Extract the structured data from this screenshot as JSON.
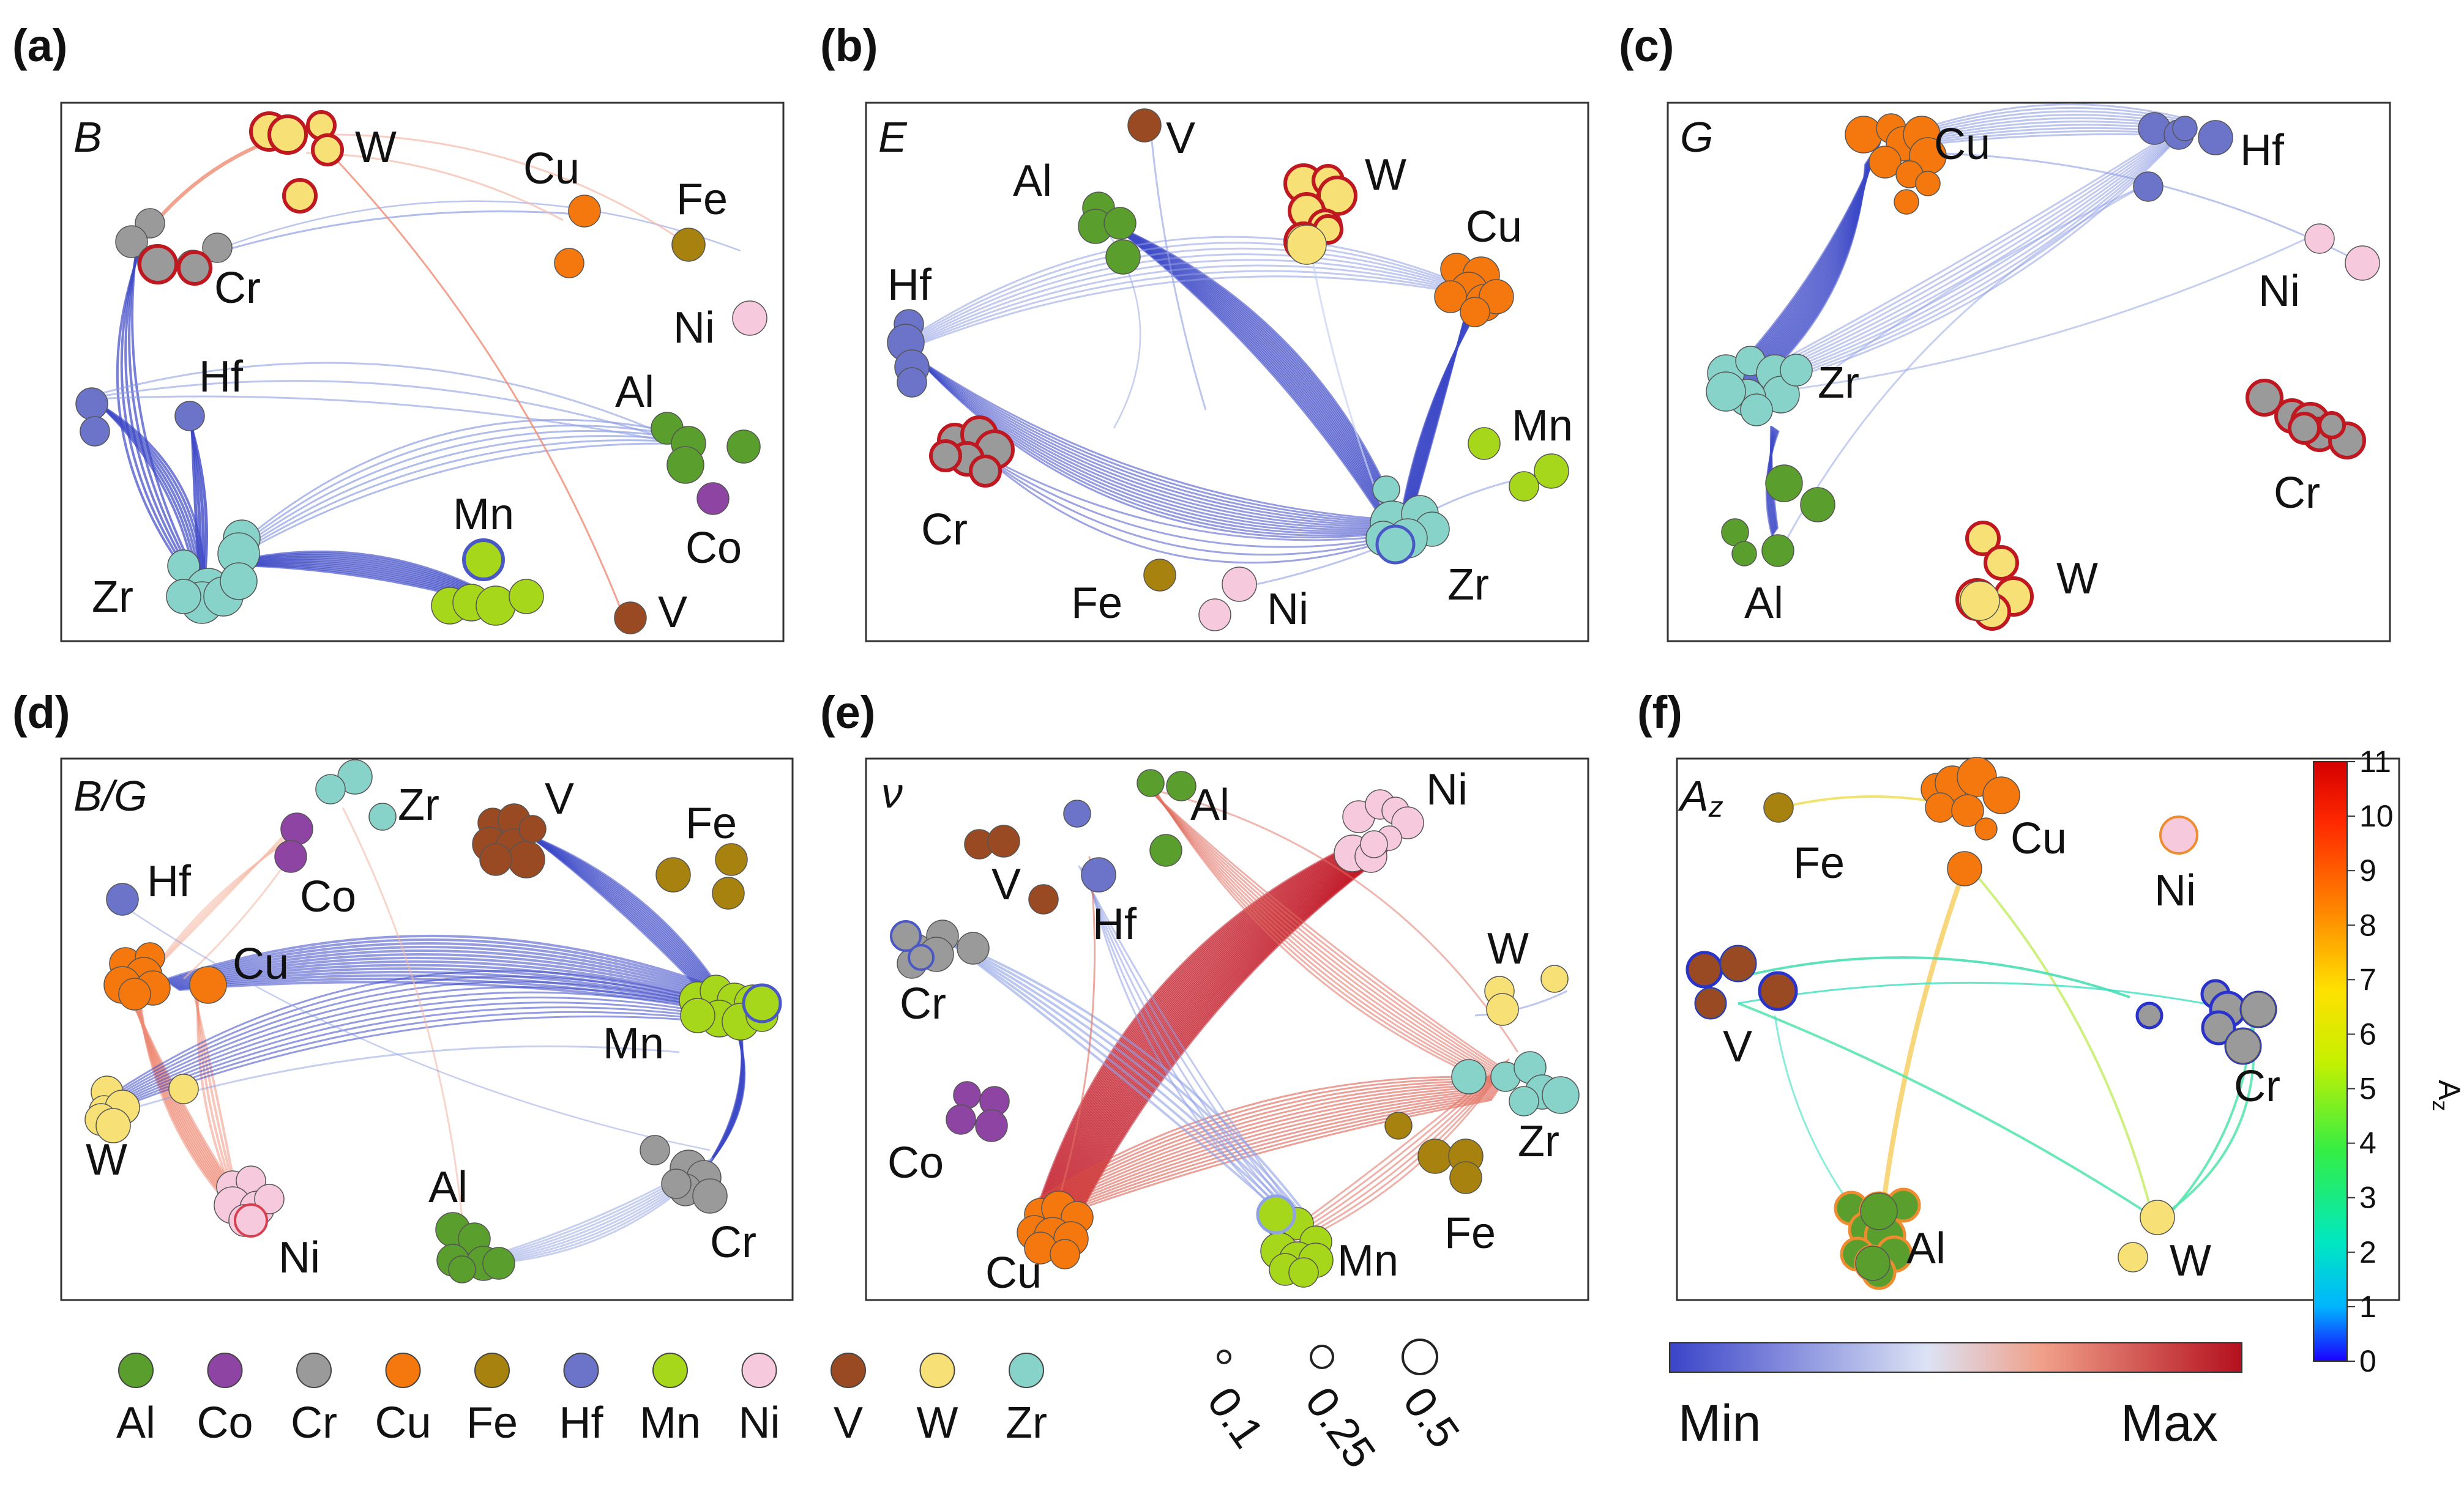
{
  "elements": [
    {
      "symbol": "Al",
      "color": "#5a9e2d"
    },
    {
      "symbol": "Co",
      "color": "#8e44a3"
    },
    {
      "symbol": "Cr",
      "color": "#9a9a9a"
    },
    {
      "symbol": "Cu",
      "color": "#f5780f"
    },
    {
      "symbol": "Fe",
      "color": "#a8820f"
    },
    {
      "symbol": "Hf",
      "color": "#6c74c9"
    },
    {
      "symbol": "Mn",
      "color": "#a7d71b"
    },
    {
      "symbol": "Ni",
      "color": "#f6c9dd"
    },
    {
      "symbol": "V",
      "color": "#9a4a23"
    },
    {
      "symbol": "W",
      "color": "#f7e177"
    },
    {
      "symbol": "Zr",
      "color": "#88d3c9"
    }
  ],
  "size_legend": [
    "0.1",
    "0.25",
    "0.5"
  ],
  "edge_colorbar": {
    "min_label": "Min",
    "max_label": "Max",
    "colors": [
      "#3a44c8",
      "#dce3f5",
      "#f0a08a",
      "#b4101e"
    ]
  },
  "az_colorbar": {
    "label": "A",
    "label_sub": "z",
    "min": 0,
    "max": 11,
    "ticks": [
      "0",
      "1",
      "2",
      "3",
      "4",
      "5",
      "6",
      "7",
      "8",
      "9",
      "10",
      "11"
    ]
  },
  "panels": [
    {
      "id": "a",
      "label": "(a)",
      "title": "B",
      "title_sub": ""
    },
    {
      "id": "b",
      "label": "(b)",
      "title": "E",
      "title_sub": ""
    },
    {
      "id": "c",
      "label": "(c)",
      "title": "G",
      "title_sub": ""
    },
    {
      "id": "d",
      "label": "(d)",
      "title": "B/G",
      "title_sub": ""
    },
    {
      "id": "e",
      "label": "(e)",
      "title": "ν",
      "title_sub": ""
    },
    {
      "id": "f",
      "label": "(f)",
      "title": "A",
      "title_sub": "z"
    }
  ]
}
